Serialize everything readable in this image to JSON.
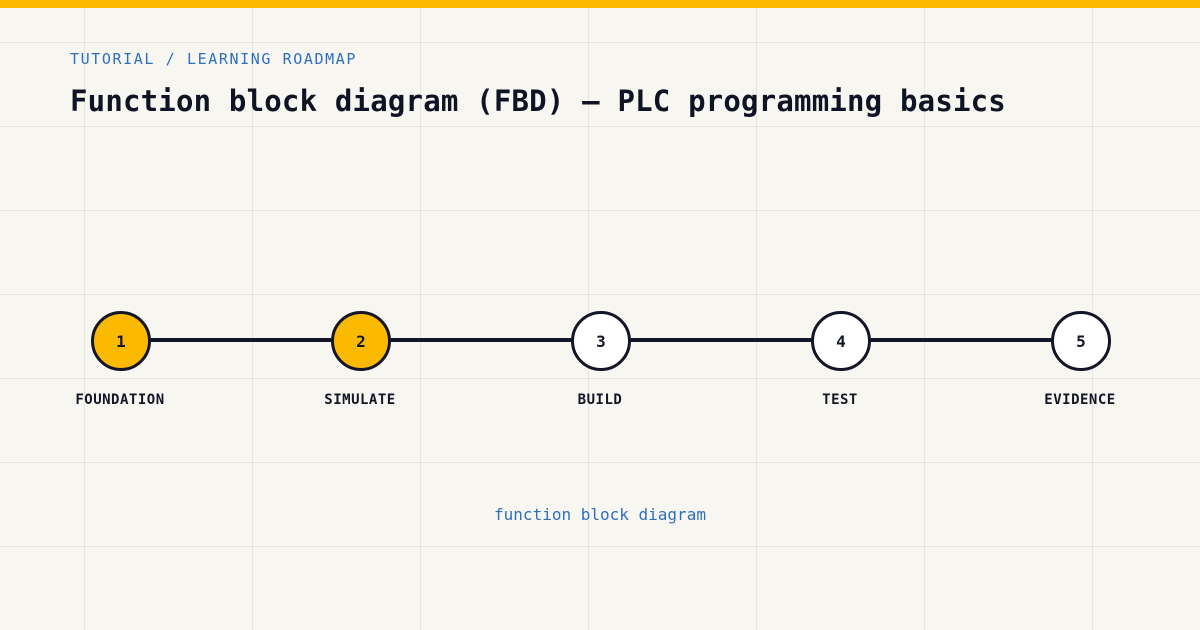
{
  "header": {
    "eyebrow": "TUTORIAL / LEARNING ROADMAP",
    "title": "Function block diagram (FBD) — PLC programming basics"
  },
  "colors": {
    "accent": "#fbb900",
    "ink": "#121626",
    "link_blue": "#2f6fbf",
    "background": "#f7f6f1"
  },
  "roadmap": {
    "steps": [
      {
        "number": "1",
        "label": "FOUNDATION",
        "completed": true
      },
      {
        "number": "2",
        "label": "SIMULATE",
        "completed": true
      },
      {
        "number": "3",
        "label": "BUILD",
        "completed": false
      },
      {
        "number": "4",
        "label": "TEST",
        "completed": false
      },
      {
        "number": "5",
        "label": "EVIDENCE",
        "completed": false
      }
    ]
  },
  "caption": "function block diagram"
}
